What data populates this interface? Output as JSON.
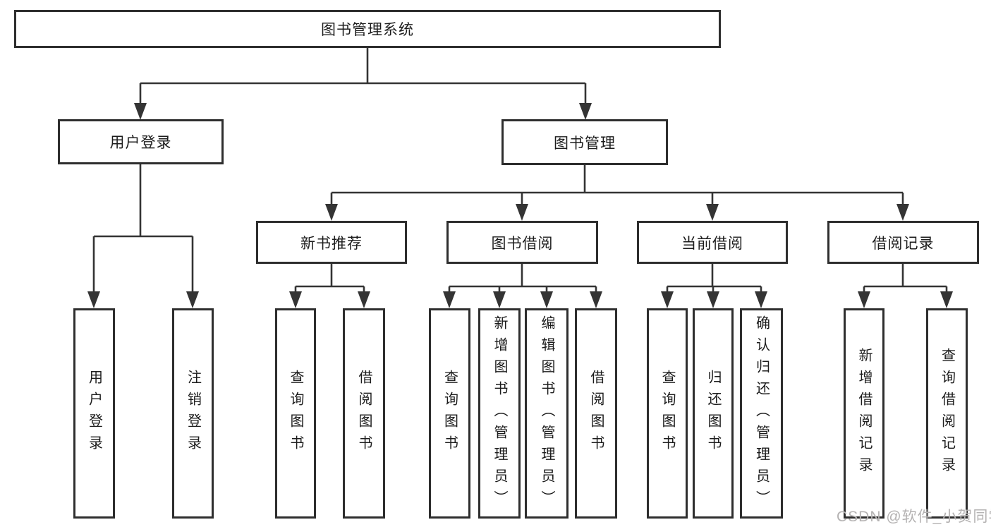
{
  "colors": {
    "line": "#343434",
    "border": "#2e2e2e",
    "text": "#1c1c1c",
    "watermark": "#b4b2b2",
    "background": "#ffffff"
  },
  "watermark": {
    "text": "CSDN @软件_小贺同学"
  },
  "tree": {
    "root": {
      "label": "图书管理系统",
      "children": [
        {
          "label": "用户登录",
          "children": [
            {
              "label": "用户登录"
            },
            {
              "label": "注销登录"
            }
          ]
        },
        {
          "label": "图书管理",
          "children": [
            {
              "label": "新书推荐",
              "children": [
                {
                  "label": "查询图书"
                },
                {
                  "label": "借阅图书"
                }
              ]
            },
            {
              "label": "图书借阅",
              "children": [
                {
                  "label": "查询图书"
                },
                {
                  "label": "新增图书（管理员）"
                },
                {
                  "label": "编辑图书（管理员）"
                },
                {
                  "label": "借阅图书"
                }
              ]
            },
            {
              "label": "当前借阅",
              "children": [
                {
                  "label": "查询图书"
                },
                {
                  "label": "归还图书"
                },
                {
                  "label": "确认归还（管理员）"
                }
              ]
            },
            {
              "label": "借阅记录",
              "children": [
                {
                  "label": "新增借阅记录"
                },
                {
                  "label": "查询借阅记录"
                }
              ]
            }
          ]
        }
      ]
    }
  }
}
